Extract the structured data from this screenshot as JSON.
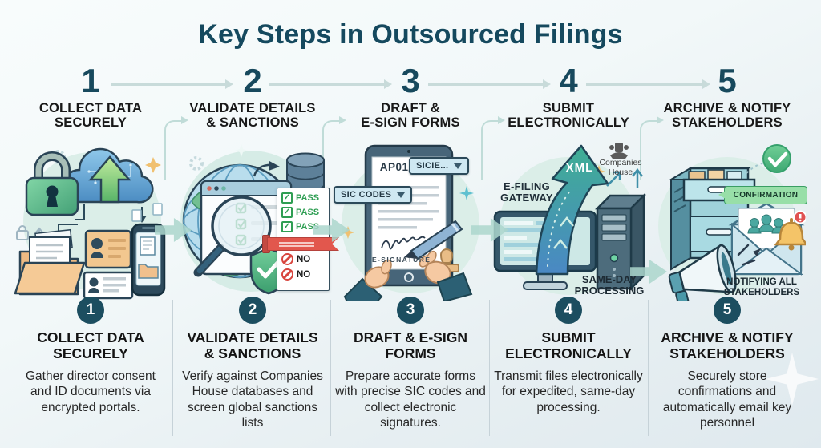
{
  "title": "Key Steps in Outsourced Filings",
  "steps": [
    {
      "number": "1",
      "top_label": "COLLECT DATA\nSECURELY",
      "heading": "COLLECT DATA\nSECURELY",
      "description": "Gather director consent and ID documents via encrypted portals."
    },
    {
      "number": "2",
      "top_label": "VALIDATE DETAILS\n& SANCTIONS",
      "heading": "VALIDATE DETAILS\n& SANCTIONS",
      "description": "Verify against Companies House databases and screen global sanctions lists"
    },
    {
      "number": "3",
      "top_label": "DRAFT &\nE-SIGN FORMS",
      "heading": "DRAFT & E-SIGN\nFORMS",
      "description": "Prepare accurate forms with precise SIC codes and collect electronic signatures."
    },
    {
      "number": "4",
      "top_label": "SUBMIT\nELECTRONICALLY",
      "heading": "SUBMIT\nELECTRONICALLY",
      "description": "Transmit files electronically for expedited, same-day processing."
    },
    {
      "number": "5",
      "top_label": "ARCHIVE & NOTIFY\nSTAKEHOLDERS",
      "heading": "ARCHIVE & NOTIFY\nSTAKEHOLDERS",
      "description": "Securely store confirmations and automatically email key personnel"
    }
  ],
  "illustration_labels": {
    "validate": {
      "pass": "PASS",
      "no": "NO"
    },
    "draft": {
      "form_title": "AP01/TM01",
      "dropdown_sic": "SIC CODES",
      "dropdown_sicie": "SICIE...",
      "signature_label": "E-SIGNATURE"
    },
    "submit": {
      "gateway": "E-FILING\nGATEWAY",
      "xml": "XML",
      "companies_house": "Companies\nHouse",
      "same_day": "SAME-DAY\nPROCESSING"
    },
    "archive": {
      "confirmation": "CONFIRMATION",
      "notifying": "NOTIFYING ALL\nSTAKEHOLDERS"
    }
  },
  "colors": {
    "accent_teal": "#17495d",
    "pass_green": "#2f9e53",
    "no_red": "#d8453e",
    "arrow_teal": "#abd6cc",
    "circle_bg": "#1c4e60"
  }
}
